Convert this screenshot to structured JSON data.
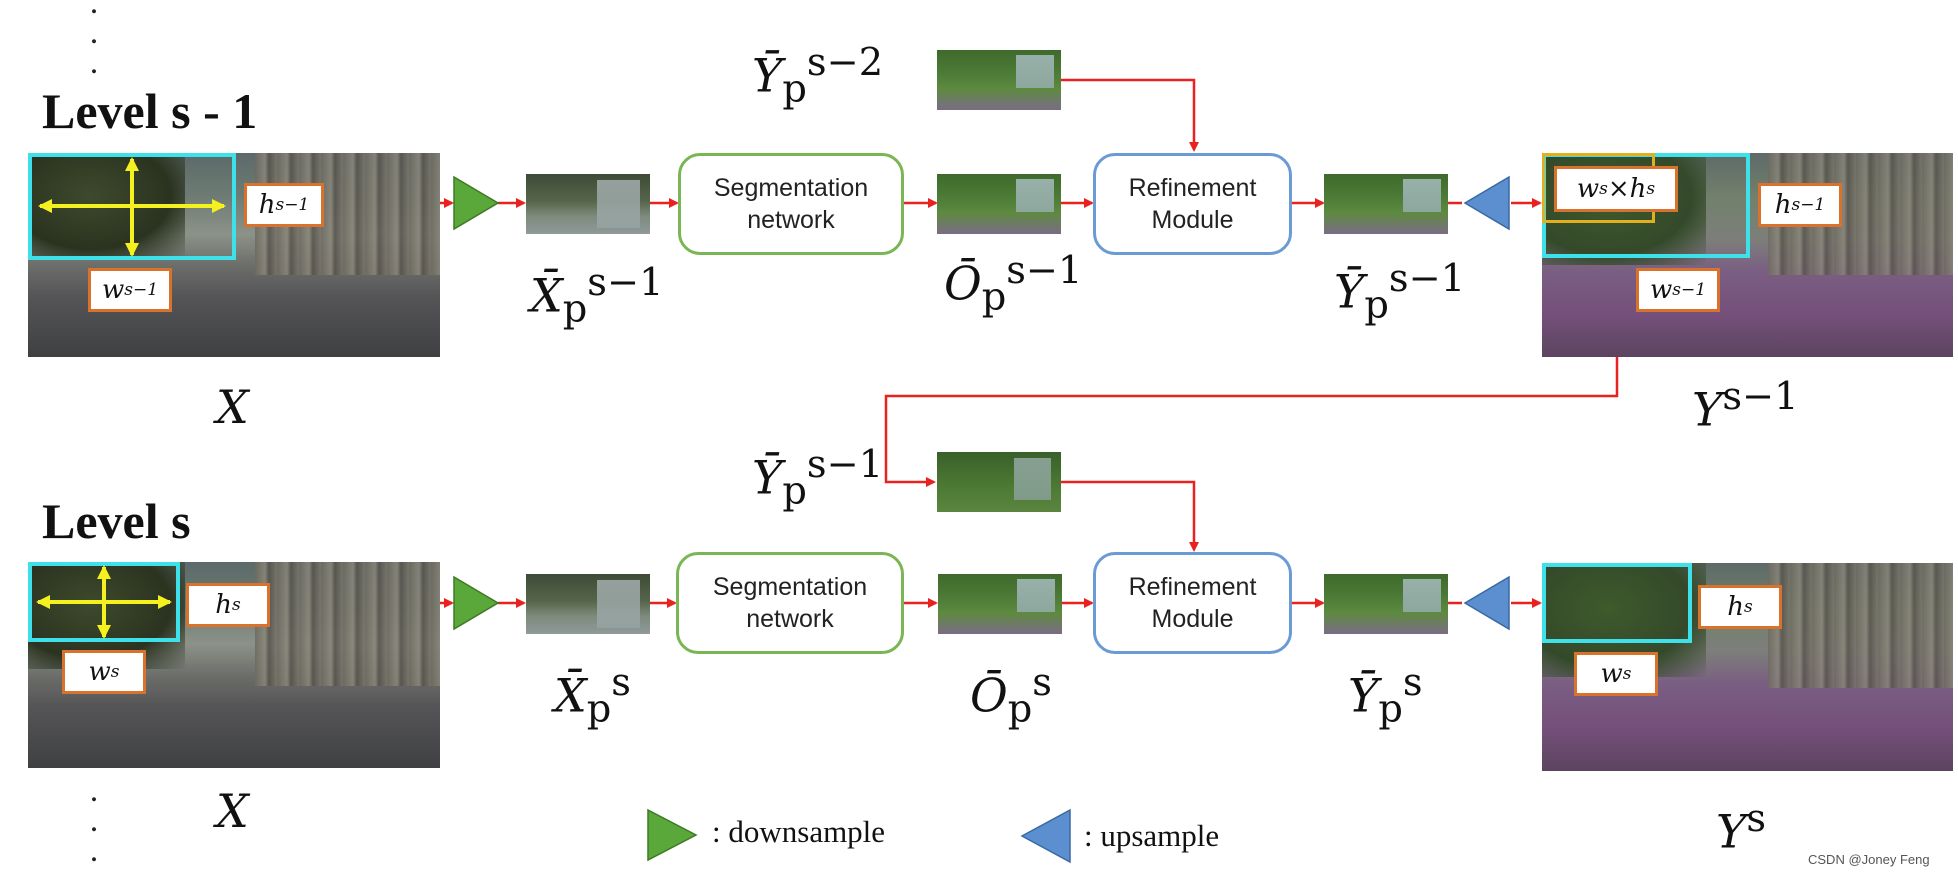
{
  "levels": {
    "upper_title": "Level s - 1",
    "lower_title": "Level s"
  },
  "blocks": {
    "segmentation_line1": "Segmentation",
    "segmentation_line2": "network",
    "refinement_line1": "Refinement",
    "refinement_line2": "Module"
  },
  "labels": {
    "input_image": "X",
    "upper_patch_base": "X̄",
    "upper_patch_sub": "p",
    "upper_patch_sup": "s−1",
    "upper_output_base": "Ō",
    "upper_output_sub": "p",
    "upper_output_sup": "s−1",
    "upper_refined_base": "Ȳ",
    "upper_refined_sub": "p",
    "upper_refined_sup": "s−1",
    "upper_prev_base": "Ȳ",
    "upper_prev_sub": "p",
    "upper_prev_sup": "s−2",
    "upper_full_base": "Y",
    "upper_full_sup": "s−1",
    "lower_patch_base": "X̄",
    "lower_patch_sub": "p",
    "lower_patch_sup": "s",
    "lower_output_base": "Ō",
    "lower_output_sub": "p",
    "lower_output_sup": "s",
    "lower_refined_base": "Ȳ",
    "lower_refined_sub": "p",
    "lower_refined_sup": "s",
    "lower_prev_base": "Ȳ",
    "lower_prev_sub": "p",
    "lower_prev_sup": "s−1",
    "lower_full_base": "Y",
    "lower_full_sup": "s"
  },
  "tags": {
    "upper_h_base": "h",
    "upper_h_sup": "s−1",
    "upper_w_base": "w",
    "upper_w_sup": "s−1",
    "upper_out_h_base": "h",
    "upper_out_h_sup": "s−1",
    "upper_out_w_base": "w",
    "upper_out_w_sup": "s−1",
    "crop_w_base": "w",
    "crop_w_sup": "s",
    "crop_times": "×",
    "crop_h_base": "h",
    "crop_h_sup": "s",
    "lower_h_base": "h",
    "lower_h_sup": "s",
    "lower_w_base": "w",
    "lower_w_sup": "s",
    "lower_out_h_base": "h",
    "lower_out_h_sup": "s",
    "lower_out_w_base": "w",
    "lower_out_w_sup": "s"
  },
  "legend": {
    "downsample_text": ": downsample",
    "upsample_text": ": upsample"
  },
  "dots": ".\n.\n.",
  "credit": "CSDN @Joney Feng",
  "colors": {
    "arrow": "#e8231f",
    "downsample": "#5aa83a",
    "upsample": "#5b8fcf",
    "segmentation_border": "#7ab653",
    "refinement_border": "#6a9bd4",
    "roi": "#3ee0ea",
    "tag_border": "#d9722c",
    "dimension_arrow": "#f5f020"
  }
}
